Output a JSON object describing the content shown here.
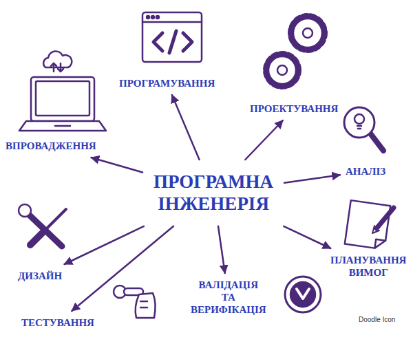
{
  "diagram": {
    "nodes": [
      {
        "text": [
          "ПРОГРАМУВАННЯ"
        ]
      },
      {
        "text": [
          "ПРОЕКТУВАННЯ"
        ]
      },
      {
        "text": [
          "ВПРОВАДЖЕННЯ"
        ]
      },
      {
        "text": [
          "АНАЛІЗ"
        ]
      },
      {
        "text": [
          "ПРОГРАМНА ІНЖЕНЕРІЯ"
        ]
      },
      {
        "text": [
          "ПЛАНУВАННЯ ВИМОГ"
        ]
      },
      {
        "text": [
          "ДИЗАЙН"
        ]
      },
      {
        "text": [
          "ВАЛІДАЦІЯ ТА ВЕРИФІКАЦІЯ"
        ]
      },
      {
        "text": [
          "ТЕСТУВАННЯ"
        ]
      }
    ],
    "edges": [
      {
        "from": 4,
        "to": 0,
        "arrow": "to"
      },
      {
        "from": 4,
        "to": 1,
        "arrow": "to"
      },
      {
        "from": 4,
        "to": 2,
        "arrow": "to"
      },
      {
        "from": 4,
        "to": 3,
        "arrow": "to"
      },
      {
        "from": 4,
        "to": 5,
        "arrow": "to"
      },
      {
        "from": 4,
        "to": 7,
        "arrow": "to"
      },
      {
        "from": 4,
        "to": 8,
        "arrow": "to"
      },
      {
        "from": 4,
        "to": 6,
        "arrow": "to"
      }
    ],
    "labels": [
      "Doodle Icon"
    ]
  }
}
